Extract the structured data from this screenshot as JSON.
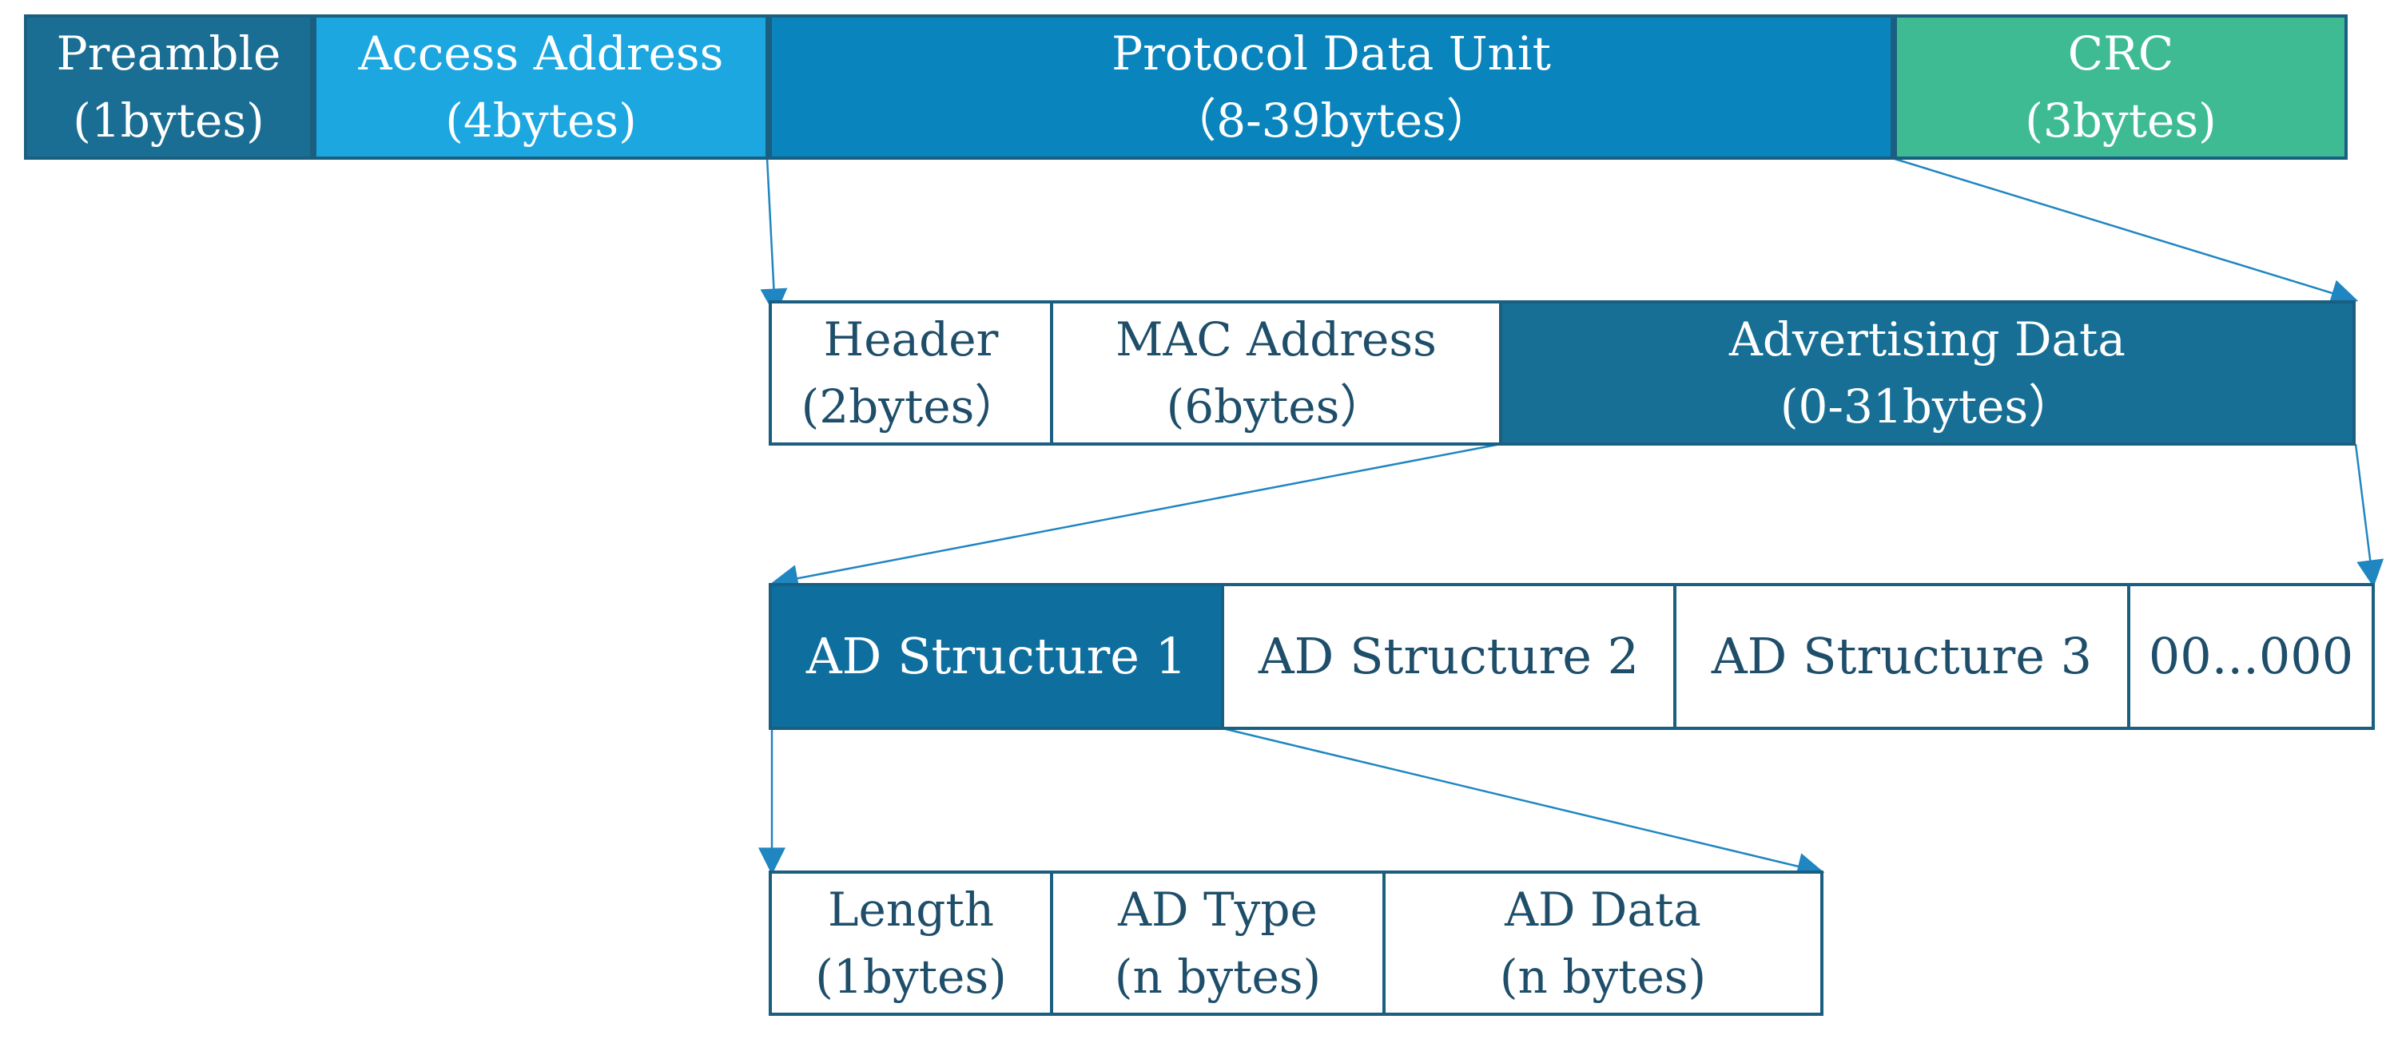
{
  "colors": {
    "border": "#1a5f80",
    "text_dark": "#1e4e6a",
    "text_light": "#ffffff",
    "arrow": "#1f86c1",
    "preamble": "#1a6e93",
    "access_address": "#1ca7e1",
    "pdu": "#0a84bc",
    "crc": "#3fbb94",
    "advertising_data": "#176f95",
    "ad_structure_1": "#0e6f9e",
    "empty": "#ffffff"
  },
  "packet": {
    "preamble": {
      "name": "Preamble",
      "size": "(1bytes)"
    },
    "access_address": {
      "name": "Access Address",
      "size": "(4bytes)"
    },
    "pdu": {
      "name": "Protocol Data Unit",
      "size": "（8-39bytes）"
    },
    "crc": {
      "name": "CRC",
      "size": "(3bytes)"
    }
  },
  "pdu": {
    "header": {
      "name": "Header",
      "size": "(2bytes）"
    },
    "mac_address": {
      "name": "MAC Address",
      "size": "(6bytes）"
    },
    "advertising_data": {
      "name": "Advertising Data",
      "size": "(0-31bytes）"
    }
  },
  "advertising": {
    "ad_structure_1": "AD Structure 1",
    "ad_structure_2": "AD Structure 2",
    "ad_structure_3": "AD Structure 3",
    "padding": "00...000"
  },
  "ad_structure": {
    "length": {
      "name": "Length",
      "size": "(1bytes)"
    },
    "ad_type": {
      "name": "AD Type",
      "size": "(n bytes)"
    },
    "ad_data": {
      "name": "AD Data",
      "size": "(n bytes)"
    }
  }
}
